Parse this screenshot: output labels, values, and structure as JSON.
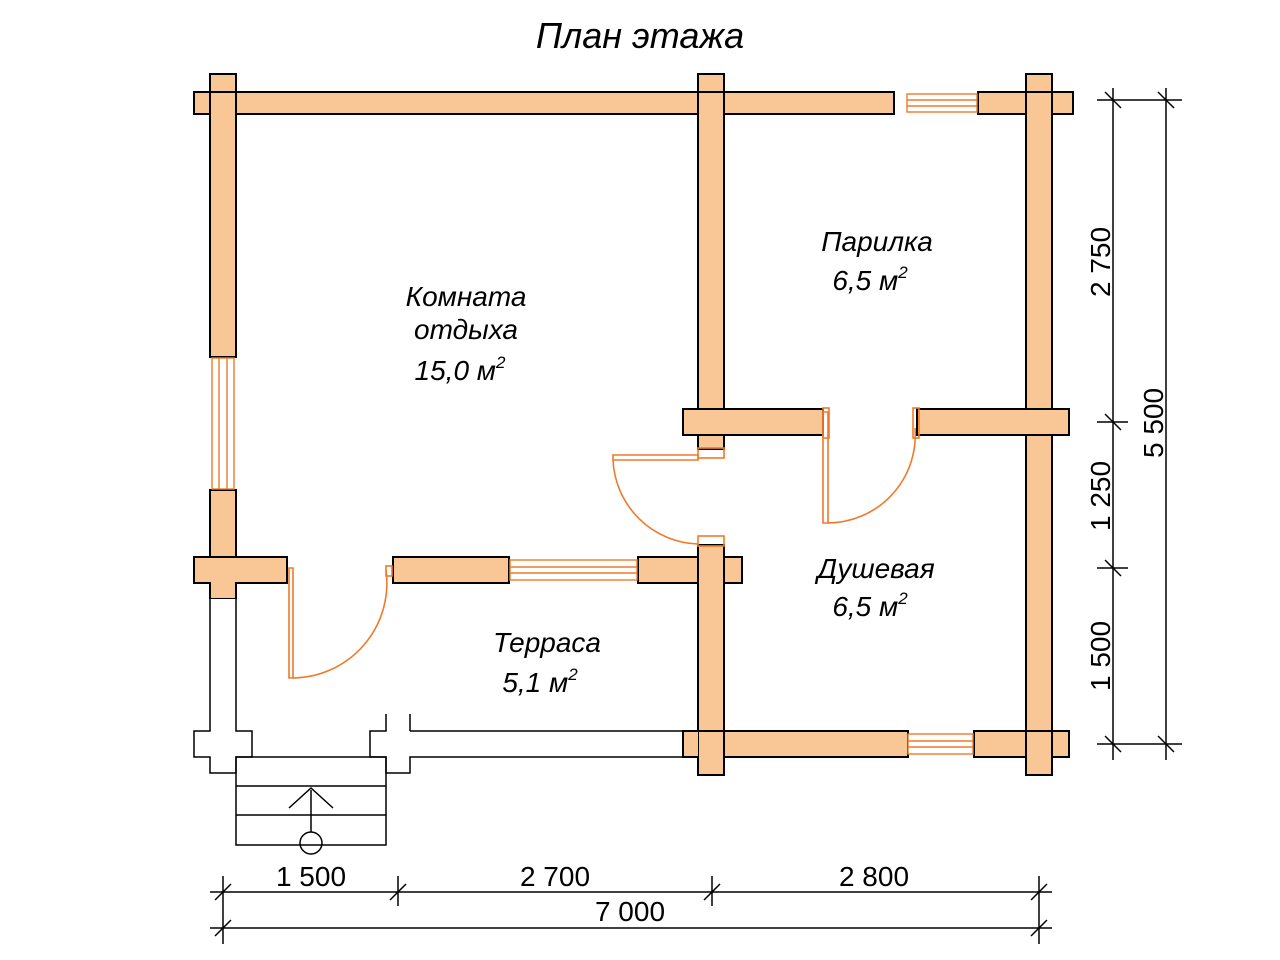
{
  "title": "План этажа",
  "rooms": [
    {
      "name_lines": [
        "Комната",
        "отдыха"
      ],
      "area": "15,0 м",
      "sup": "2"
    },
    {
      "name_lines": [
        "Парилка"
      ],
      "area": "6,5 м",
      "sup": "2"
    },
    {
      "name_lines": [
        "Душевая"
      ],
      "area": "6,5 м",
      "sup": "2"
    },
    {
      "name_lines": [
        "Терраса"
      ],
      "area": "5,1 м",
      "sup": "2"
    }
  ],
  "dimensions": {
    "bottom": [
      "1 500",
      "2 700",
      "2 800"
    ],
    "bottom_total": "7 000",
    "right": [
      "2 750",
      "1 250",
      "1 500"
    ],
    "right_total": "5 500"
  },
  "colors": {
    "wall": "#f9c796",
    "door": "#f07a2a",
    "line": "#000000"
  }
}
